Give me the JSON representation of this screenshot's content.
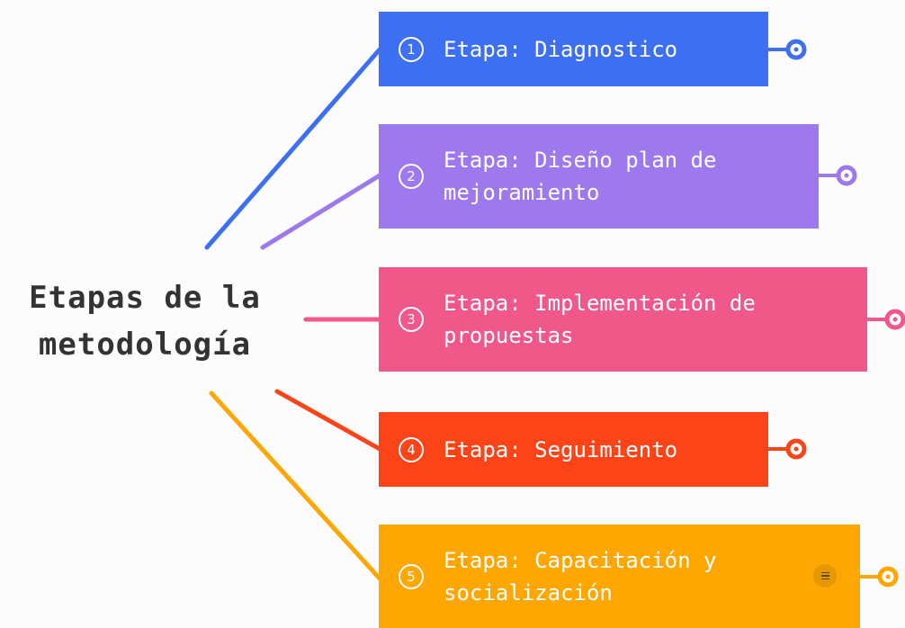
{
  "root": {
    "lines": [
      "Etapas de la",
      "metodología"
    ]
  },
  "stages": [
    {
      "number": "1",
      "text": "Etapa: Diagnostico",
      "color": "#3d6ff2"
    },
    {
      "number": "2",
      "text": "Etapa: Diseño plan de\nmejoramiento",
      "color": "#9e79ee"
    },
    {
      "number": "3",
      "text": "Etapa: Implementación de\npropuestas",
      "color": "#f0588a"
    },
    {
      "number": "4",
      "text": "Etapa: Seguimiento",
      "color": "#fd4418"
    },
    {
      "number": "5",
      "text": "Etapa: Capacitación y\nsocialización",
      "color": "#fea702",
      "has_note": true
    }
  ],
  "icons": {
    "stage_number": "circled-number-icon",
    "collapse": "collapse-node-icon",
    "note": "note-icon"
  }
}
